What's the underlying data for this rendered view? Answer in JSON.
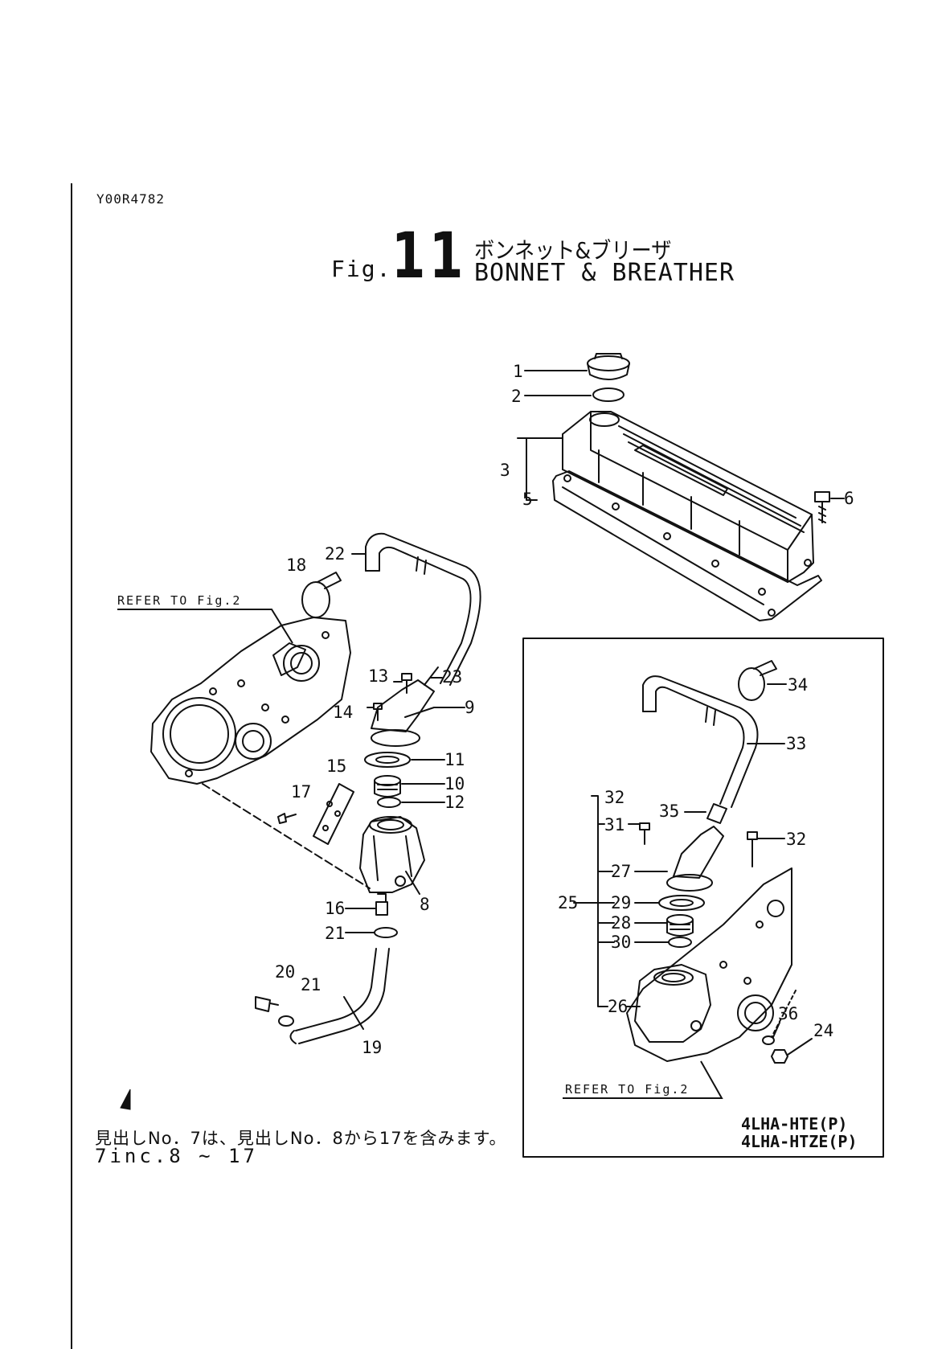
{
  "document_id": "Y00R4782",
  "figure": {
    "label": "Fig.",
    "number": "11",
    "title_jp": "ボンネット&ブリーザ",
    "title_en": "BONNET & BREATHER"
  },
  "references": {
    "main": "REFER TO Fig.2",
    "inset": "REFER TO Fig.2"
  },
  "callouts": {
    "main": [
      "1",
      "2",
      "3",
      "5",
      "6",
      "22",
      "18",
      "13",
      "23",
      "14",
      "9",
      "11",
      "15",
      "10",
      "17",
      "12",
      "8",
      "16",
      "21",
      "20",
      "21",
      "19"
    ],
    "inset": [
      "34",
      "33",
      "32",
      "35",
      "31",
      "32",
      "27",
      "25",
      "29",
      "28",
      "30",
      "26",
      "36",
      "24"
    ]
  },
  "models": [
    "4LHA-HTE(P)",
    "4LHA-HTZE(P)"
  ],
  "note": {
    "jp": "見出しNo．7は、見出しNo．8から17を含みます。",
    "en": "7inc.8 ~ 17"
  }
}
